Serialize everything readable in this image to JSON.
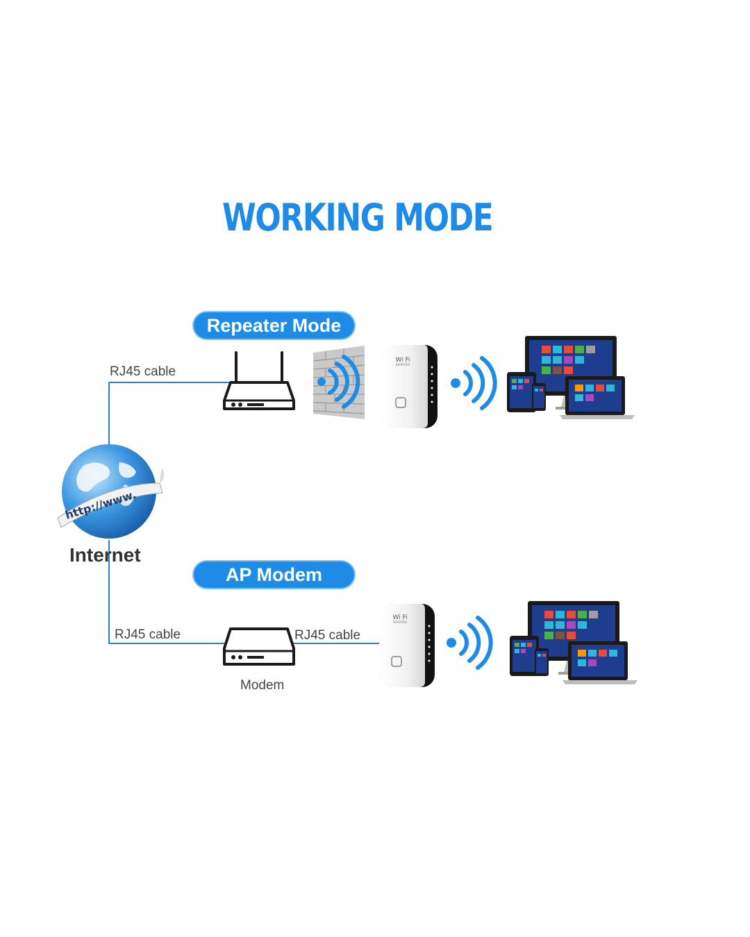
{
  "title": "WORKING MODE",
  "modes": {
    "repeater": {
      "label": "Repeater Mode"
    },
    "ap": {
      "label": "AP Modem"
    }
  },
  "globe": {
    "label": "Internet",
    "url_text": "http://www."
  },
  "cables": {
    "repeater_rj45": "RJ45 cable",
    "ap_rj45_left": "RJ45 cable",
    "ap_rj45_right": "RJ45 cable"
  },
  "modem": {
    "label": "Modem"
  },
  "repeater_device": {
    "brand_text": "Wi Fi",
    "sub_text": "REPEATER"
  },
  "icons": {
    "globe": "globe-icon",
    "router": "router-icon",
    "modem": "modem-icon",
    "wall": "brick-wall-icon",
    "repeater": "wifi-repeater-icon",
    "wifi_signal": "wifi-signal-icon",
    "devices": "devices-icon"
  },
  "colors": {
    "accent": "#1e8ce6",
    "line": "#2a7fc4",
    "text": "#444444",
    "device_dark": "#1a1a1a"
  }
}
